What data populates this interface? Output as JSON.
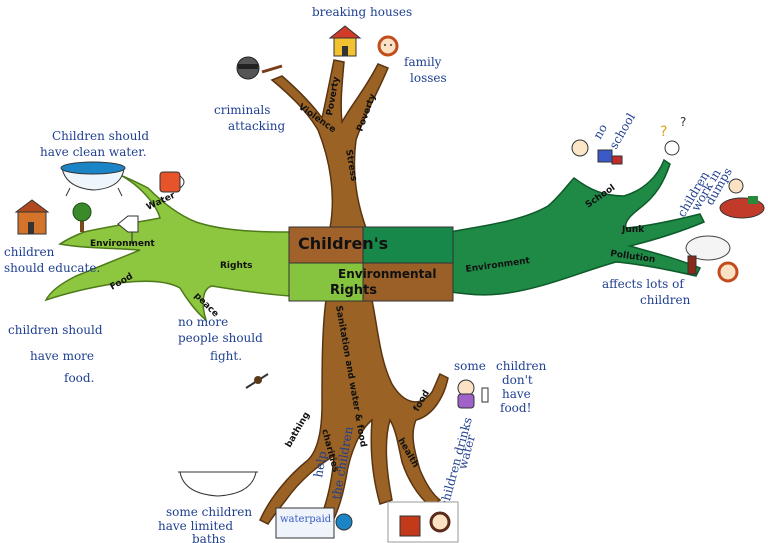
{
  "center": {
    "line1": "Children's",
    "line2": "Environmental",
    "line3": "Rights"
  },
  "branches": {
    "violence": "Violence",
    "poverty": "Poverty",
    "stress": "Stress",
    "water": "Water",
    "environment_left": "Environment",
    "food_left": "Food",
    "rights_left": "Rights",
    "peace": "peace",
    "school": "School",
    "junk": "Junk",
    "pollution": "Pollution",
    "environment_right": "Environment",
    "sanitation": "Sanitation and water & food",
    "bathing": "bathing",
    "charities": "charities",
    "food_bottom": "food",
    "health": "health"
  },
  "notes": {
    "breaking_houses": "breaking houses",
    "family_losses_1": "family",
    "family_losses_2": "losses",
    "criminals_1": "criminals",
    "criminals_2": "attacking",
    "clean_water_1": "Children should",
    "clean_water_2": "have clean water.",
    "educate_1": "children",
    "educate_2": "should educate.",
    "more_food_1": "children should",
    "more_food_2": "have more",
    "more_food_3": "food.",
    "no_fight_1": "no more",
    "no_fight_2": "people should",
    "no_fight_3": "fight.",
    "no_school_1": "no",
    "no_school_2": "school",
    "work_dumps_1": "children",
    "work_dumps_2": "work in",
    "work_dumps_3": "dumps",
    "affects_1": "affects lots of",
    "affects_2": "children",
    "no_food_1": "some",
    "no_food_2": "children",
    "no_food_3": "don't",
    "no_food_4": "have",
    "no_food_5": "food!",
    "help_1": "help",
    "help_2": "the children",
    "drinks_1": "children drinks",
    "drinks_2": "water",
    "baths_1": "some children",
    "baths_2": "have limited",
    "baths_3": "baths",
    "waterpaid": "waterpaid"
  }
}
